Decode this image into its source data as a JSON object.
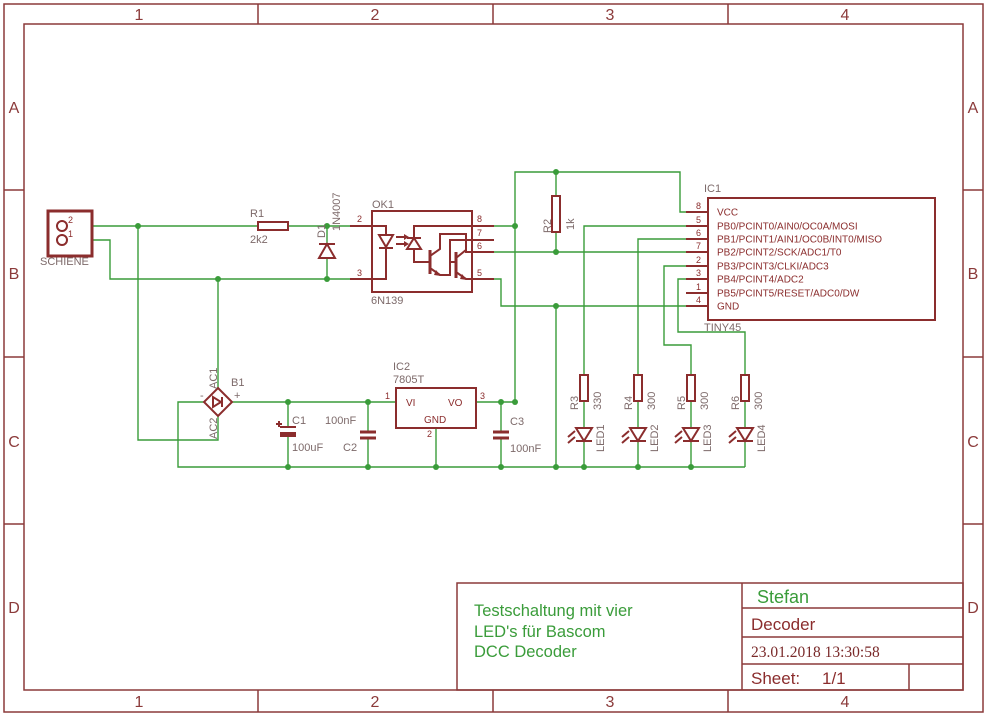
{
  "frame": {
    "columns": [
      "1",
      "2",
      "3",
      "4"
    ],
    "rows": [
      "A",
      "B",
      "C",
      "D"
    ]
  },
  "title_block": {
    "description": [
      "Testschaltung mit vier",
      "LED's für Bascom",
      "DCC Decoder"
    ],
    "author": "Stefan",
    "project": "Decoder",
    "date": "23.01.2018 13:30:58",
    "sheet_label": "Sheet:",
    "sheet_value": "1/1"
  },
  "parts": {
    "connector": {
      "name": "SCHIENE",
      "pins": [
        "2",
        "1"
      ]
    },
    "r1": {
      "name": "R1",
      "value": "2k2"
    },
    "d1": {
      "name": "D1",
      "value": "1N4007"
    },
    "ok1": {
      "name": "OK1",
      "value": "6N139",
      "pins": [
        "2",
        "3",
        "8",
        "7",
        "6",
        "5"
      ]
    },
    "ic1": {
      "name": "IC1",
      "value": "TINY45",
      "pins": [
        {
          "number": "8",
          "label": "VCC"
        },
        {
          "number": "5",
          "label": "PB0/PCINT0/AIN0/OC0A/MOSI"
        },
        {
          "number": "6",
          "label": "PB1/PCINT1/AIN1/OC0B/INT0/MISO"
        },
        {
          "number": "7",
          "label": "PB2/PCINT2/SCK/ADC1/T0"
        },
        {
          "number": "2",
          "label": "PB3/PCINT3/CLKI/ADC3"
        },
        {
          "number": "3",
          "label": "PB4/PCINT4/ADC2"
        },
        {
          "number": "1",
          "label": "PB5/PCINT5/RESET/ADC0/DW"
        },
        {
          "number": "4",
          "label": "GND"
        }
      ]
    },
    "b1": {
      "name": "B1",
      "terminals": [
        "AC1",
        "AC2",
        "-",
        "+"
      ]
    },
    "c1": {
      "name": "C1",
      "value": "100uF"
    },
    "c2": {
      "name": "C2",
      "value": "100nF"
    },
    "ic2": {
      "name": "IC2",
      "value": "7805T",
      "pins": [
        {
          "number": "1",
          "label": "VI"
        },
        {
          "number": "3",
          "label": "VO"
        },
        {
          "number": "2",
          "label": "GND"
        }
      ]
    },
    "c3": {
      "name": "C3",
      "value": "100nF"
    },
    "r2": {
      "name": "R2",
      "value": "1k"
    },
    "resistors": [
      {
        "name": "R3",
        "value": "330"
      },
      {
        "name": "R4",
        "value": "300"
      },
      {
        "name": "R5",
        "value": "300"
      },
      {
        "name": "R6",
        "value": "300"
      }
    ],
    "leds": [
      "LED1",
      "LED2",
      "LED3",
      "LED4"
    ]
  },
  "colors": {
    "frame": "#8b3a3a",
    "wire": "#3a9c3a",
    "part": "#8b2d2d",
    "label": "#7d6a6a",
    "title_text": "#3a9c3a"
  }
}
